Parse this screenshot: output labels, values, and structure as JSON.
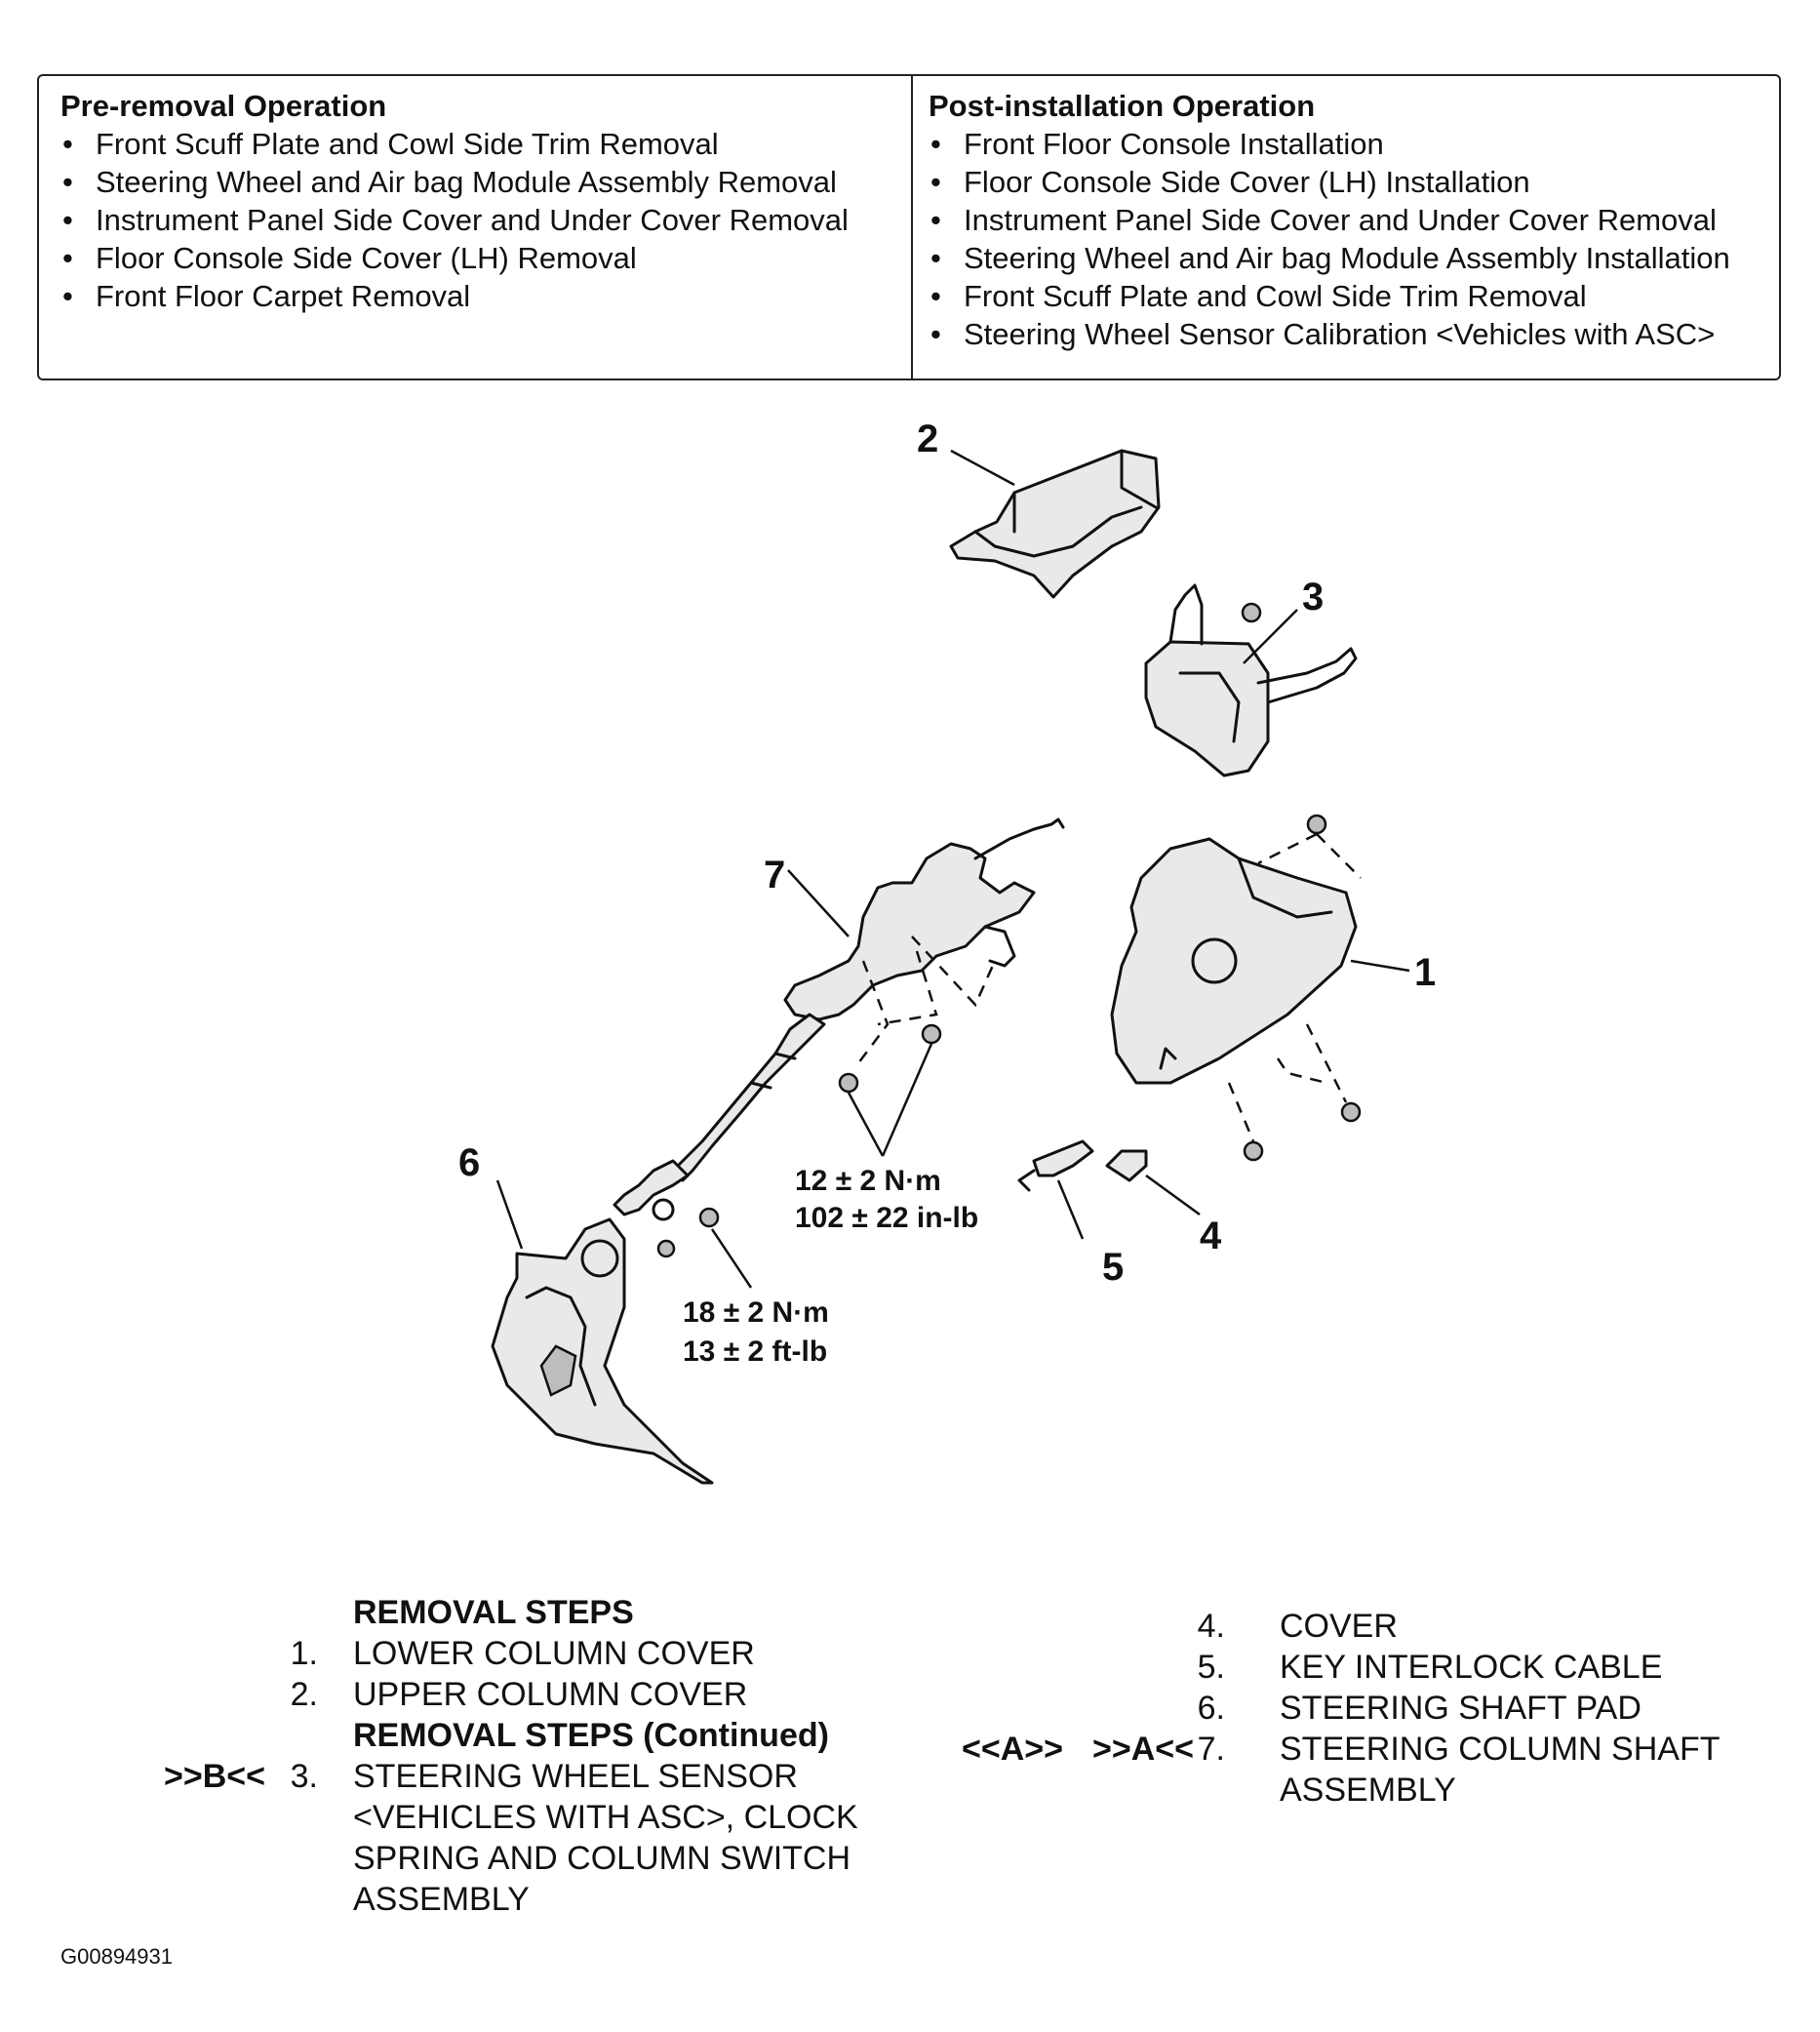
{
  "pre_removal": {
    "title": "Pre-removal Operation",
    "items": [
      "Front Scuff Plate and Cowl Side Trim Removal",
      "Steering Wheel and Air bag Module Assembly Removal",
      "Instrument Panel Side Cover and Under Cover Removal",
      "Floor Console Side Cover (LH) Removal",
      "Front Floor Carpet Removal"
    ]
  },
  "post_installation": {
    "title": "Post-installation Operation",
    "items": [
      "Front Floor Console Installation",
      "Floor Console Side Cover (LH) Installation",
      "Instrument Panel Side Cover and Under Cover Removal",
      "Steering Wheel and Air bag Module Assembly Installation",
      "Front Scuff Plate and Cowl Side Trim Removal",
      "Steering Wheel Sensor Calibration <Vehicles with ASC>"
    ]
  },
  "diagram": {
    "callouts": [
      "1",
      "2",
      "3",
      "4",
      "5",
      "6",
      "7"
    ],
    "torque_column": [
      "12 ± 2 N·m",
      "102 ± 22 in-lb"
    ],
    "torque_shaft": [
      "18 ± 2 N·m",
      "13 ± 2 ft-lb"
    ]
  },
  "removal_steps": {
    "header": "REMOVAL STEPS",
    "header_continued": "REMOVAL STEPS (Continued)",
    "steps": [
      {
        "num": "1.",
        "text": "LOWER COLUMN COVER"
      },
      {
        "num": "2.",
        "text": "UPPER COLUMN COVER"
      },
      {
        "num": "3.",
        "code": ">>B<<",
        "lines": [
          "STEERING WHEEL SENSOR",
          "<VEHICLES WITH ASC>, CLOCK",
          "SPRING AND COLUMN SWITCH",
          "ASSEMBLY"
        ]
      },
      {
        "num": "4.",
        "text": "COVER"
      },
      {
        "num": "5.",
        "text": "KEY INTERLOCK CABLE"
      },
      {
        "num": "6.",
        "text": "STEERING SHAFT PAD"
      },
      {
        "num": "7.",
        "code_a": "<<A>>",
        "code_b": ">>A<<",
        "lines": [
          "STEERING COLUMN SHAFT",
          "ASSEMBLY"
        ]
      }
    ]
  },
  "figure_id": "G00894931"
}
